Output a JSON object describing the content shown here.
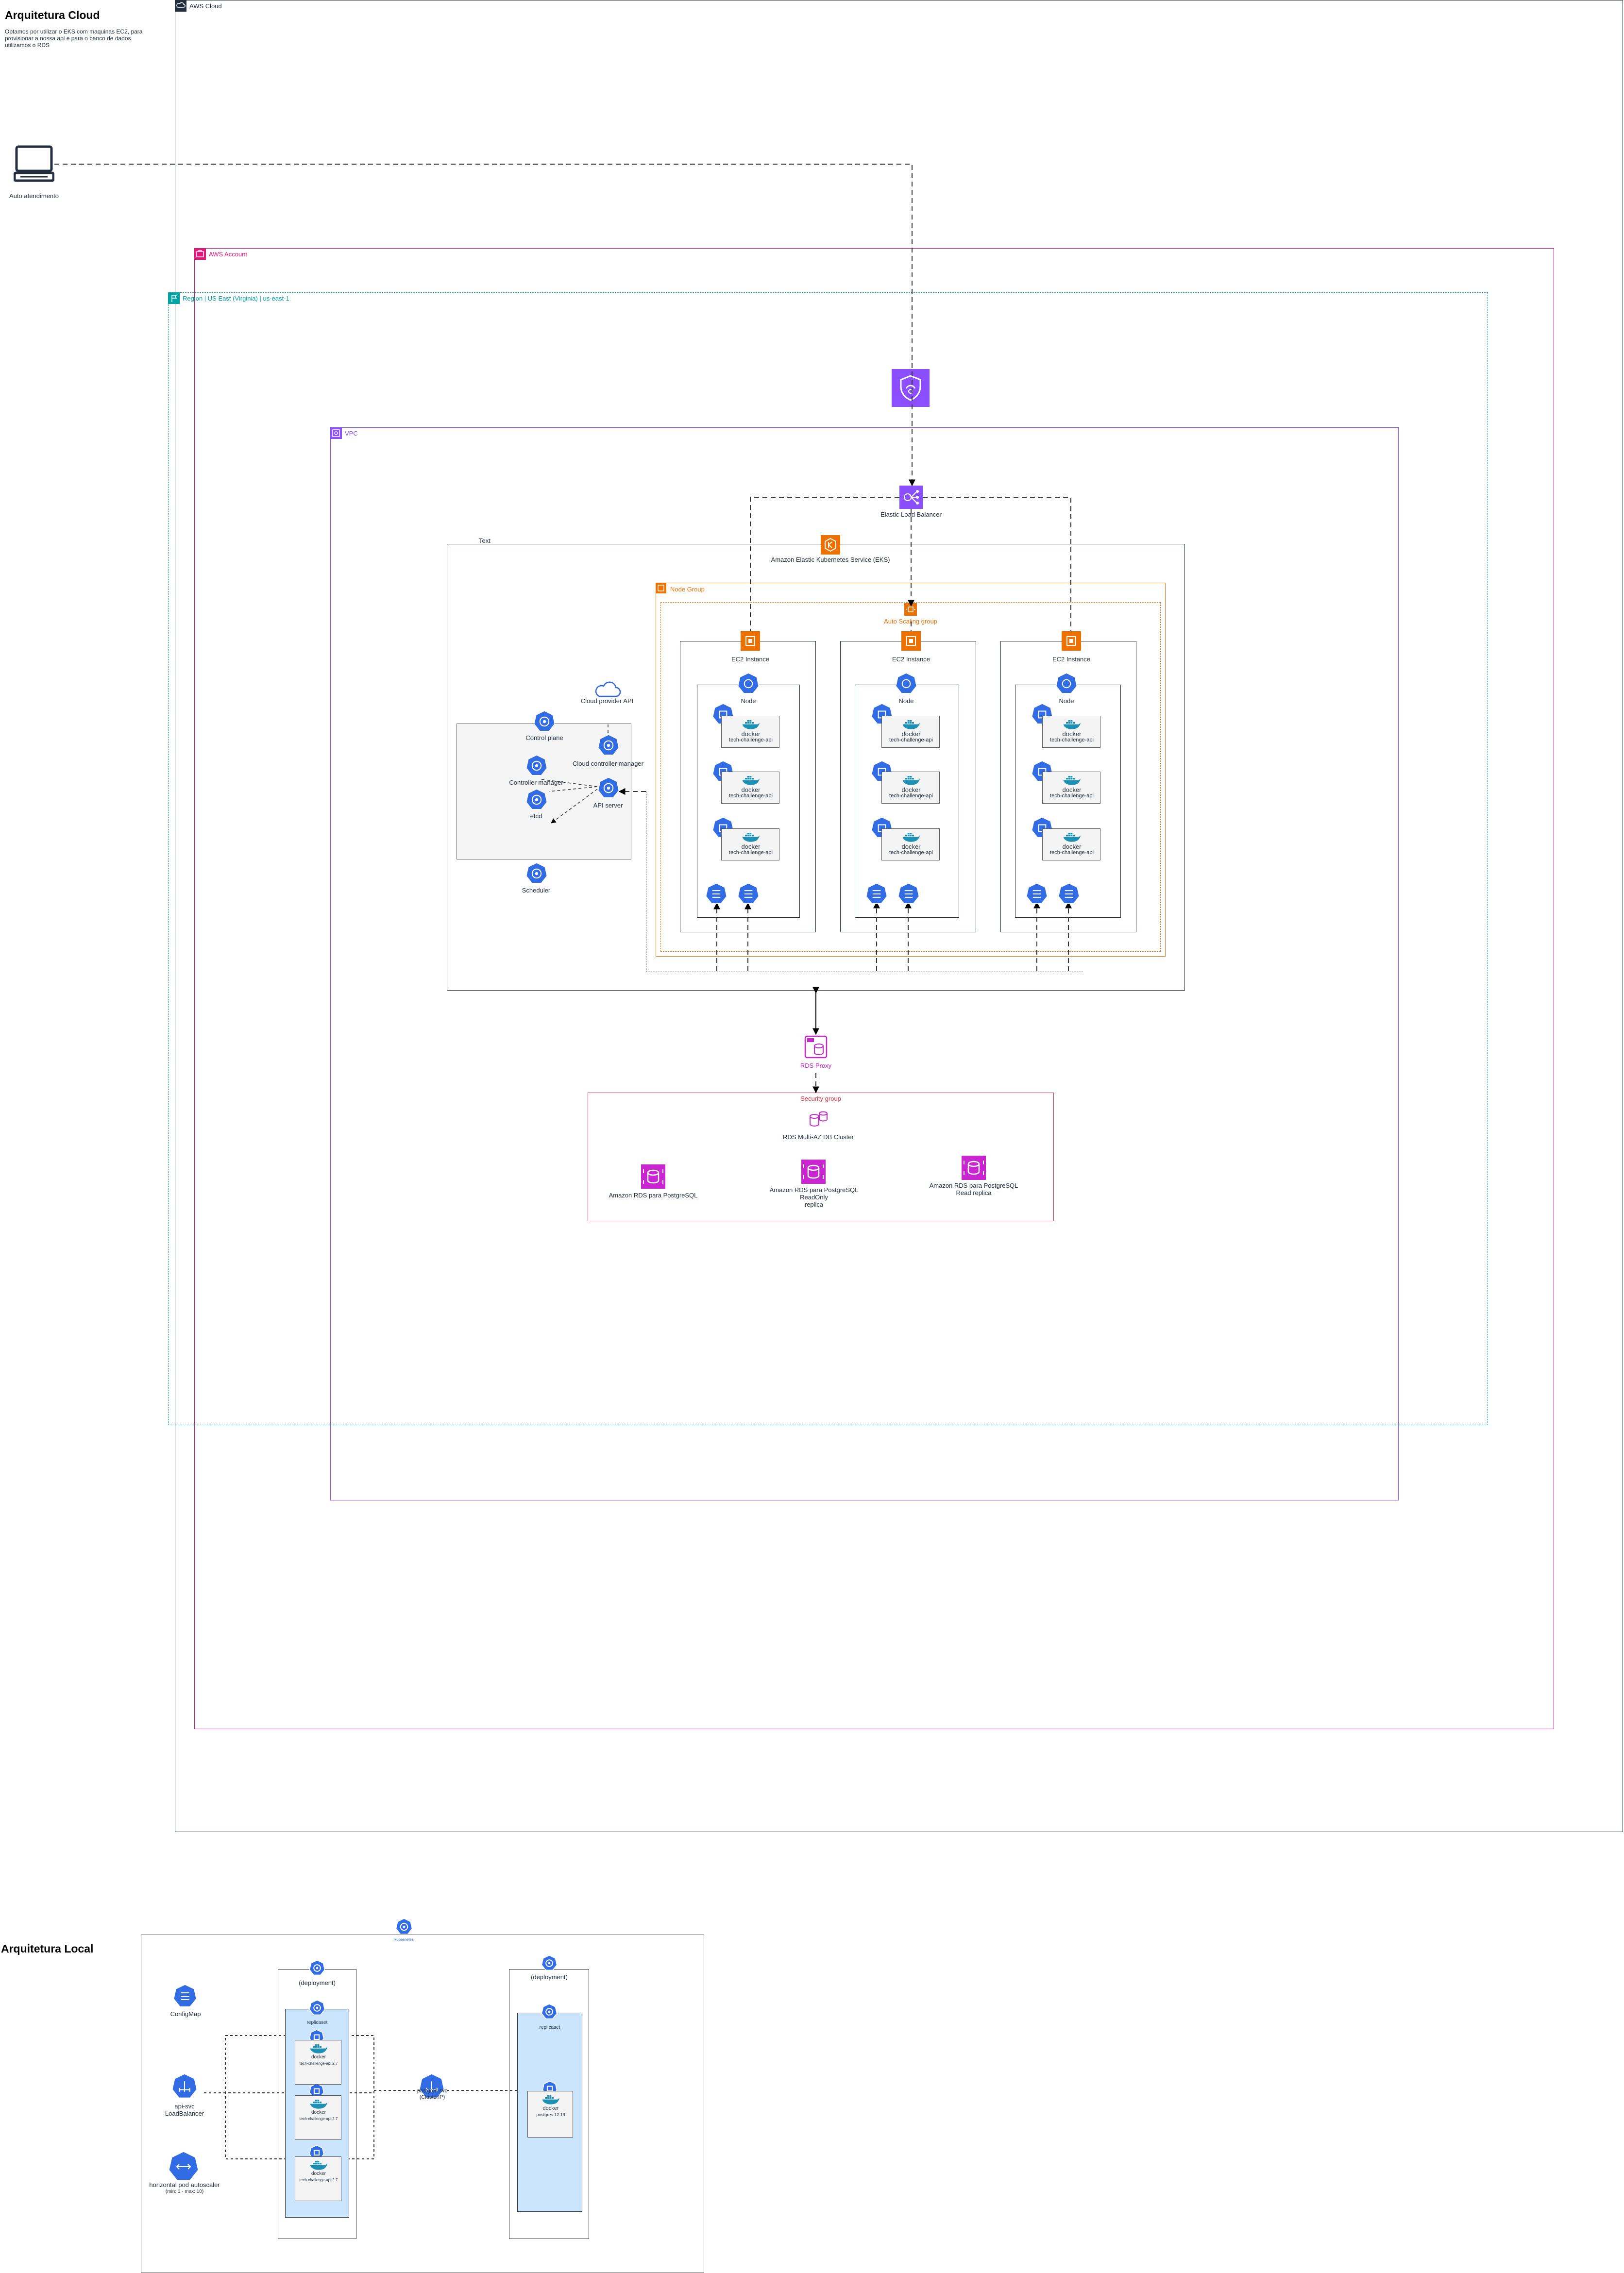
{
  "cloud": {
    "title": "Arquitetura Cloud",
    "description_lines": [
      "Optamos por utilizar o EKS com maquinas EC2, para",
      "provisionar a nossa api e para o banco de dados",
      "utilizamos o RDS"
    ],
    "aws_cloud_label": "AWS Cloud",
    "aws_account_label": "AWS Account",
    "region_label": "Region | US East (Virginia) | us-east-1",
    "vpc_label": "VPC",
    "client_label": "Auto atendimento",
    "elb_label": "Elastic Load Balancer",
    "eks_label": "Amazon Elastic Kubernetes Service (EKS)",
    "text_label": "Text",
    "node_group_label": "Node Group",
    "asg_label": "Auto Scaling group",
    "control_plane": {
      "cloud_provider_api": "Cloud provider API",
      "control_plane": "Control plane",
      "cloud_controller_manager": "Cloud controller manager",
      "controller_manager": "Controller manager",
      "api_server": "API server",
      "etcd": "etcd",
      "scheduler": "Scheduler"
    },
    "ec2_label": "EC2 Instance",
    "node_label": "Node",
    "pod_label": "tech-challenge-api",
    "docker_label": "docker",
    "rds_proxy_label": "RDS Proxy",
    "security_group_label": "Security group",
    "rds_cluster_label": "RDS Multi-AZ DB Cluster",
    "rds_primary_label": "Amazon RDS para PostgreSQL",
    "rds_readonly_lines": [
      "Amazon RDS para PostgreSQL",
      "ReadOnly",
      "replica"
    ],
    "rds_read_lines": [
      "Amazon RDS para PostgreSQL",
      "Read replica"
    ]
  },
  "local": {
    "title": "Arquitetura Local",
    "cluster_label": "kubernetes",
    "configmap_label": "ConfigMap",
    "api_svc_lines": [
      "api-svc",
      "LoadBalancer"
    ],
    "hpa_lines": [
      "horizontal pod autoscaler",
      "(min: 1 - max: 10)"
    ],
    "deployment_label": "(deployment)",
    "replicaset_label": "replicaset",
    "api_pod_label": "tech-challenge-api:2.7",
    "postgres_svc_lines": [
      "postgres-svc",
      "(ClusterIP)"
    ],
    "postgres_pod_label": "postgres:12.19"
  },
  "colors": {
    "aws_cloud": "#232f3e",
    "aws_account": "#e7157b",
    "region": "#00a4a6",
    "vpc": "#8c4fff",
    "node_group": "#ed7100",
    "k8s_blue": "#326ce5",
    "docker_blue": "#1d91b4",
    "rds_magenta": "#c925d1",
    "security_red": "#dd344c",
    "replicaset_fill": "#cce5ff"
  },
  "icons": [
    "desktop-icon",
    "s3-icon",
    "elb-icon",
    "eks-icon",
    "ec2-icon",
    "asg-icon",
    "k8s-node-icon",
    "k8s-pod-icon",
    "docker-icon",
    "cloud-icon",
    "rds-icon",
    "rds-proxy-icon",
    "configmap-icon",
    "service-icon",
    "hpa-icon",
    "deployment-icon",
    "replicaset-icon"
  ]
}
